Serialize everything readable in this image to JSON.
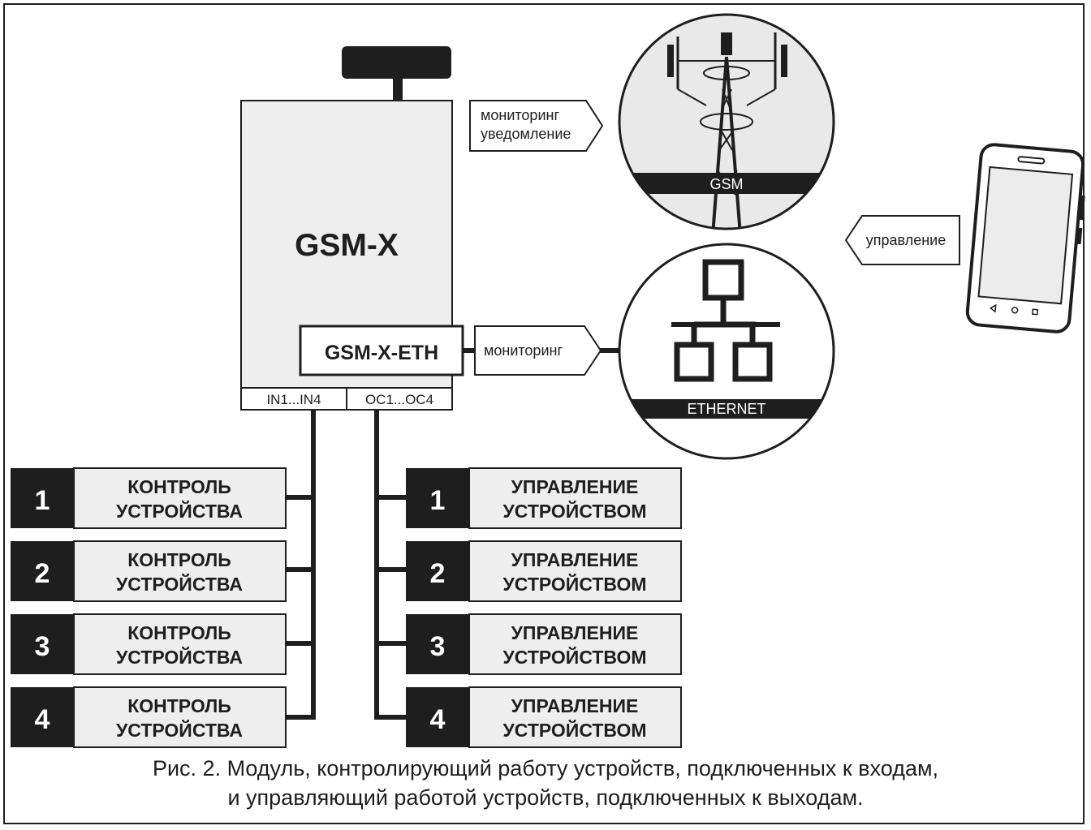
{
  "device": {
    "name": "GSM-X",
    "module": "GSM-X-ETH",
    "inputs_terminal": "IN1...IN4",
    "outputs_terminal": "OC1...OC4"
  },
  "gsm": {
    "message_line1": "мониторинг",
    "message_line2": "уведомление",
    "band_label": "GSM"
  },
  "ethernet": {
    "message": "мониторинг",
    "band_label": "ETHERNET"
  },
  "phone": {
    "message": "управление"
  },
  "inputs": [
    {
      "number": "1",
      "line1": "КОНТРОЛЬ",
      "line2": "УСТРОЙСТВА"
    },
    {
      "number": "2",
      "line1": "КОНТРОЛЬ",
      "line2": "УСТРОЙСТВА"
    },
    {
      "number": "3",
      "line1": "КОНТРОЛЬ",
      "line2": "УСТРОЙСТВА"
    },
    {
      "number": "4",
      "line1": "КОНТРОЛЬ",
      "line2": "УСТРОЙСТВА"
    }
  ],
  "outputs": [
    {
      "number": "1",
      "line1": "УПРАВЛЕНИЕ",
      "line2": "УСТРОЙСТВОМ"
    },
    {
      "number": "2",
      "line1": "УПРАВЛЕНИЕ",
      "line2": "УСТРОЙСТВОМ"
    },
    {
      "number": "3",
      "line1": "УПРАВЛЕНИЕ",
      "line2": "УСТРОЙСТВОМ"
    },
    {
      "number": "4",
      "line1": "УПРАВЛЕНИЕ",
      "line2": "УСТРОЙСТВОМ"
    }
  ],
  "caption": {
    "line1": "Рис. 2. Модуль, контролирующий работу устройств, подключенных к входам,",
    "line2": "и управляющий работой устройств, подключенных к выходам."
  },
  "colors": {
    "ink": "#1e1e1e",
    "panel": "#eeeeee",
    "band": "#1e1e1e"
  }
}
